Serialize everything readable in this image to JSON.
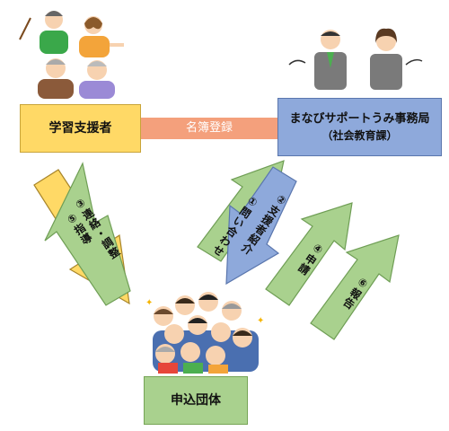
{
  "nodes": {
    "supporters": {
      "label": "学習支援者"
    },
    "office": {
      "label": "まなびサポートうみ事務局",
      "sublabel": "（社会教育課）"
    },
    "applicant_group": {
      "label": "申込団体"
    }
  },
  "connectors": {
    "register": {
      "label": "名簿登録"
    }
  },
  "arrows": [
    {
      "id": "instruction",
      "label": "⑤指導"
    },
    {
      "id": "contact",
      "label": "③連絡・調整"
    },
    {
      "id": "inquiry",
      "label": "①問い合わせ"
    },
    {
      "id": "introduce",
      "label": "②支援者紹介"
    },
    {
      "id": "apply",
      "label": "④申請"
    },
    {
      "id": "report",
      "label": "⑥報告"
    }
  ],
  "colors": {
    "supporters_fill": "#ffd966",
    "office_fill": "#8ea9db",
    "group_fill": "#a9d18e",
    "register_bar": "#f4a07c",
    "arrow_yellow": "#ffd966",
    "arrow_green": "#a9d18e",
    "arrow_blue": "#8ea9db"
  }
}
